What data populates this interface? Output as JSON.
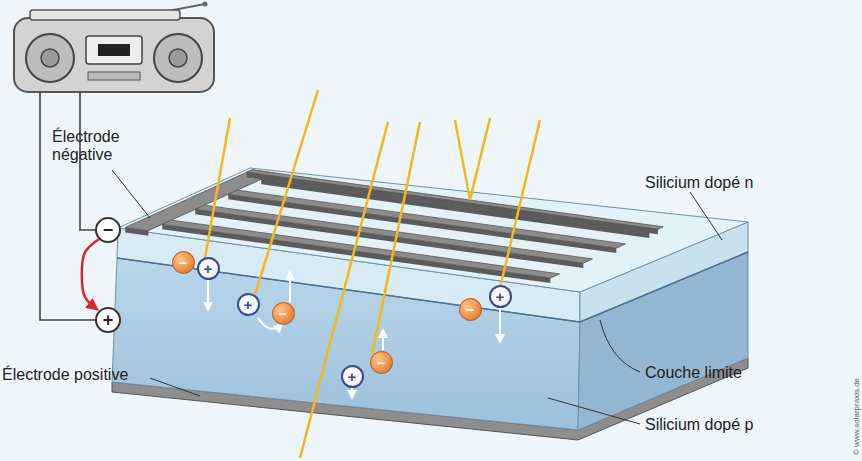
{
  "diagram": {
    "nodes": [
      {
        "text": [
          "−"
        ]
      },
      {
        "text": [
          "+"
        ]
      },
      {
        "text": [
          "−"
        ]
      },
      {
        "text": [
          "+"
        ]
      },
      {
        "text": [
          "+"
        ]
      },
      {
        "text": [
          "−"
        ]
      },
      {
        "text": [
          "−"
        ]
      },
      {
        "text": [
          "+"
        ]
      },
      {
        "text": [
          "−"
        ]
      },
      {
        "text": [
          "+"
        ]
      }
    ],
    "edges": [
      {
        "from": 0,
        "to": 1,
        "arrow": "to"
      }
    ],
    "labels": [
      "Électrode négative",
      "Silicium dopé n",
      "Couche limite",
      "Silicium dopé p",
      "Électrode positive",
      "© www.solarpraxis.de"
    ]
  }
}
